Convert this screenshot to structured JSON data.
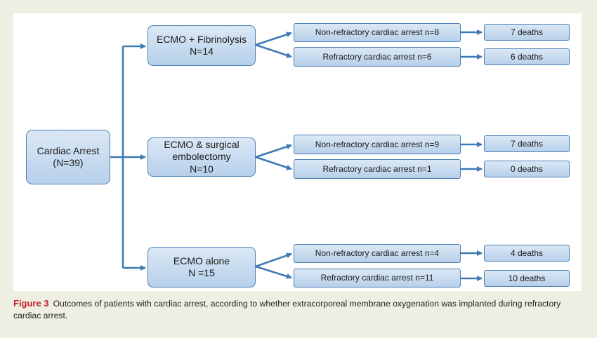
{
  "root": {
    "line1": "Cardiac Arrest",
    "line2": "(N=39)"
  },
  "branches": [
    {
      "line1": "ECMO + Fibrinolysis",
      "line2": "N=14",
      "subgroups": [
        {
          "label": "Non-refractory cardiac arrest n=8",
          "outcome": "7 deaths"
        },
        {
          "label": "Refractory cardiac arrest  n=6",
          "outcome": "6 deaths"
        }
      ]
    },
    {
      "line1": "ECMO & surgical",
      "line2": "embolectomy",
      "line3": "N=10",
      "subgroups": [
        {
          "label": "Non-refractory cardiac arrest n=9",
          "outcome": "7 deaths"
        },
        {
          "label": "Refractory cardiac arrest n=1",
          "outcome": "0 deaths"
        }
      ]
    },
    {
      "line1": "ECMO alone",
      "line2": "N =15",
      "subgroups": [
        {
          "label": "Non-refractory cardiac arrest n=4",
          "outcome": "4 deaths"
        },
        {
          "label": "Refractory cardiac arrest n=11",
          "outcome": "10 deaths"
        }
      ]
    }
  ],
  "caption": {
    "label": "Figure 3",
    "text": "Outcomes of patients with cardiac arrest, according to whether extracorporeal membrane oxygenation was implanted during refractory cardiac arrest."
  },
  "colors": {
    "box_fill_top": "#dbe8f5",
    "box_fill_bottom": "#b7d0ea",
    "border": "#4a7fb5",
    "connector": "#3f7ab4",
    "caption_label": "#c0262d"
  }
}
